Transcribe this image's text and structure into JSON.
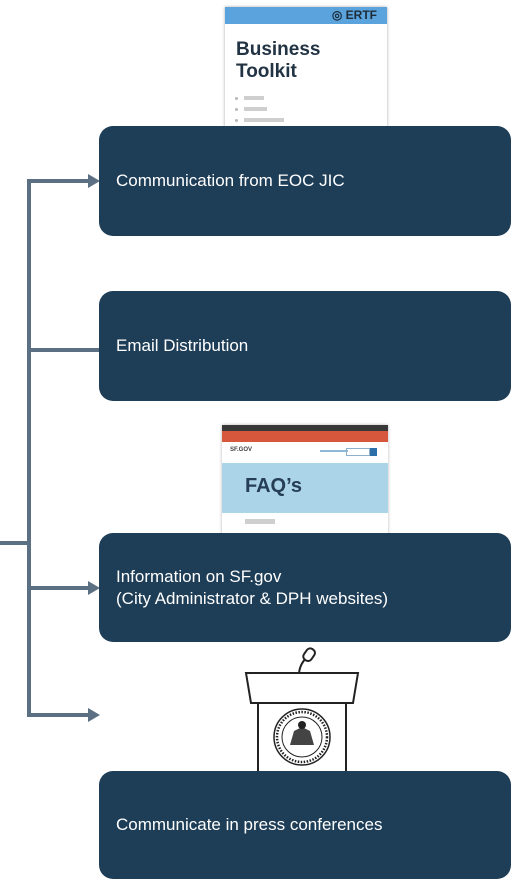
{
  "toolkit_card": {
    "brand": "ERTF",
    "title": "Business\nToolkit"
  },
  "faq_card": {
    "logo": "SF.GOV",
    "heading": "FAQ’s"
  },
  "boxes": [
    {
      "text": "Communication from EOC JIC"
    },
    {
      "text": "Email Distribution"
    },
    {
      "text_line1": "Information on SF.gov",
      "text_line2": "(City Administrator & DPH websites)"
    },
    {
      "text": "Communicate in press conferences"
    }
  ],
  "colors": {
    "box_fill": "#1e3d57",
    "connector": "#5b7083",
    "toolkit_header": "#5aa3dc",
    "faq_hero": "#acd4e8"
  },
  "icons": [
    "globe-icon",
    "microphone-icon",
    "city-seal-icon"
  ]
}
